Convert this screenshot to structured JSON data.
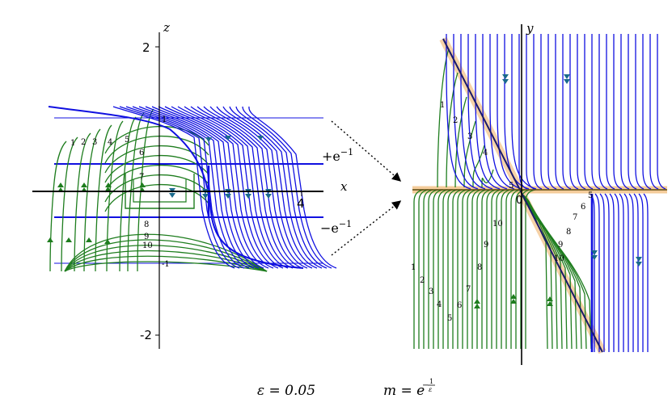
{
  "left_panel": {
    "axis_x_label": "x",
    "axis_z_label": "z",
    "tick_z_top": "2",
    "tick_z_bottom": "-2",
    "tick_x_right": "4",
    "tick_z_one": "1",
    "tick_z_neg_one": "-1",
    "line_plus_label": "+e",
    "line_plus_exp": "−1",
    "line_minus_label": "−e",
    "line_minus_exp": "−1",
    "curve_labels_upper": [
      "1",
      "2",
      "3",
      "4",
      "5",
      "6",
      "7"
    ],
    "curve_labels_lower": [
      "8",
      "9",
      "10"
    ]
  },
  "right_panel": {
    "axis_y_label": "y",
    "origin_label": "0",
    "curve_labels_upper": [
      "1",
      "2",
      "3",
      "4"
    ],
    "curve_labels_left_lower": [
      "1",
      "2",
      "3",
      "4",
      "5",
      "6",
      "7",
      "8",
      "9",
      "10"
    ],
    "curve_labels_right_lower": [
      "5",
      "6",
      "7",
      "8",
      "9",
      "10"
    ],
    "point_label_five": "5"
  },
  "caption": {
    "epsilon": "ε = 0.05",
    "m_prefix": "m = e",
    "m_exp_num": "1",
    "m_exp_den": "ε"
  },
  "colors": {
    "green": "#1e7d1e",
    "blue": "#1010e0",
    "arrow_teal": "#1a6a8c",
    "highlight": "#f3c48a"
  }
}
